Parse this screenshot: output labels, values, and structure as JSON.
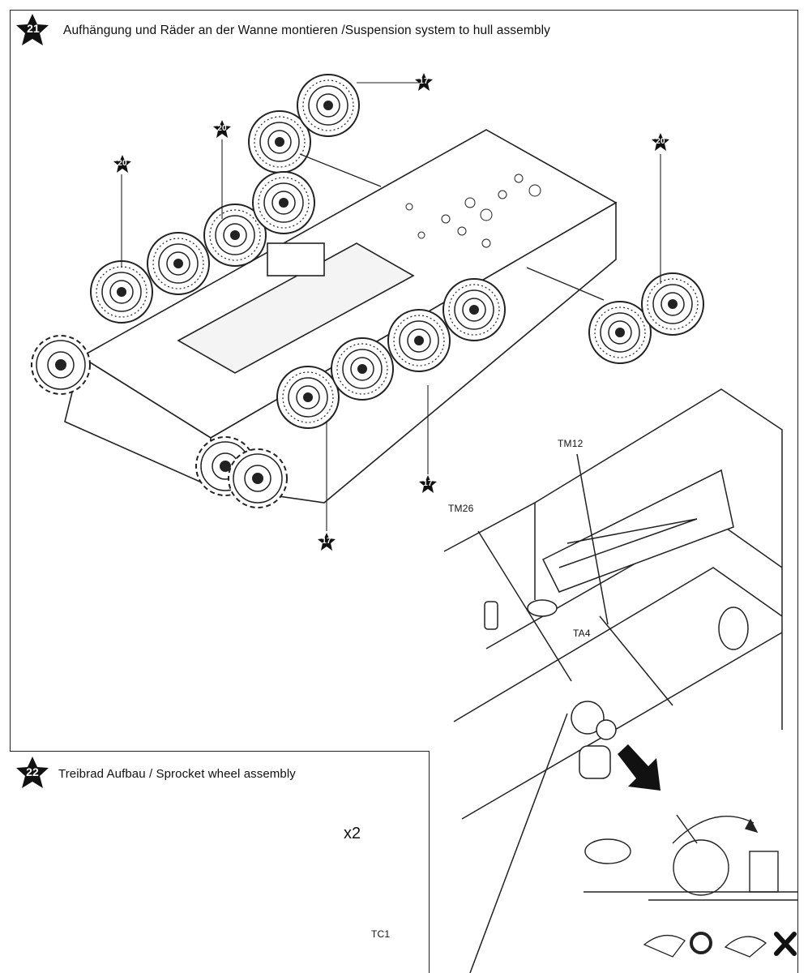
{
  "step21": {
    "number": "21",
    "title": "Aufhängung und Räder an der Wanne montieren",
    "title_separator": " /",
    "title_en": "Suspension system to hull assembly"
  },
  "step22": {
    "number": "22",
    "title": "Treibrad Aufbau / Sprocket wheel assembly",
    "quantity": "x2",
    "part_label": "TC1"
  },
  "callouts": {
    "top_17": "17",
    "left_20": "20",
    "mid_20": "20",
    "right_20": "20",
    "bottom_17_center": "17",
    "bottom_17_left": "17"
  },
  "detail_parts": {
    "tm12": "TM12",
    "tm26": "TM26",
    "ta4": "TA4"
  },
  "colors": {
    "line": "#222222",
    "badge_fill": "#111111",
    "badge_text": "#ffffff",
    "arrow_fill": "#111111"
  }
}
